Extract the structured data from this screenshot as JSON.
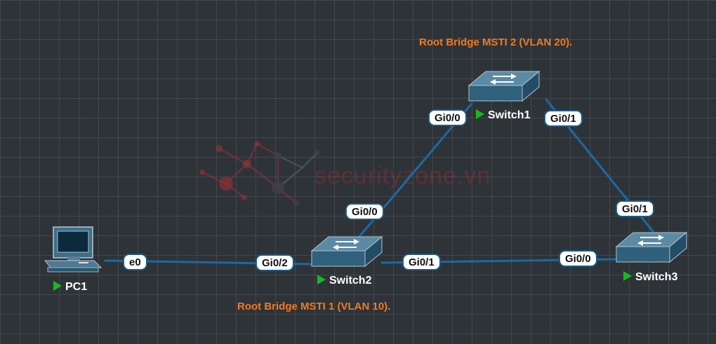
{
  "annotations": {
    "root_msti2": "Root Bridge MSTI 2 (VLAN 20).",
    "root_msti1": "Root Bridge MSTI 1 (VLAN 10)."
  },
  "devices": {
    "pc1": "PC1",
    "switch1": "Switch1",
    "switch2": "Switch2",
    "switch3": "Switch3"
  },
  "ports": {
    "pc1_e0": "e0",
    "sw2_gi0_2": "Gi0/2",
    "sw2_gi0_0": "Gi0/0",
    "sw2_gi0_1": "Gi0/1",
    "sw1_gi0_0": "Gi0/0",
    "sw1_gi0_1": "Gi0/1",
    "sw3_gi0_1": "Gi0/1",
    "sw3_gi0_0": "Gi0/0"
  },
  "watermark": {
    "text": "securityzone.vn",
    "color": "#b42832"
  },
  "colors": {
    "link": "#1b6aa5",
    "annotation": "#f07a22",
    "status_up": "#18b820",
    "background": "#2e3338"
  },
  "icons": {
    "pc": "pc-icon",
    "switch": "switch-icon",
    "status": "play-status-icon",
    "logo": "network-node-logo"
  }
}
